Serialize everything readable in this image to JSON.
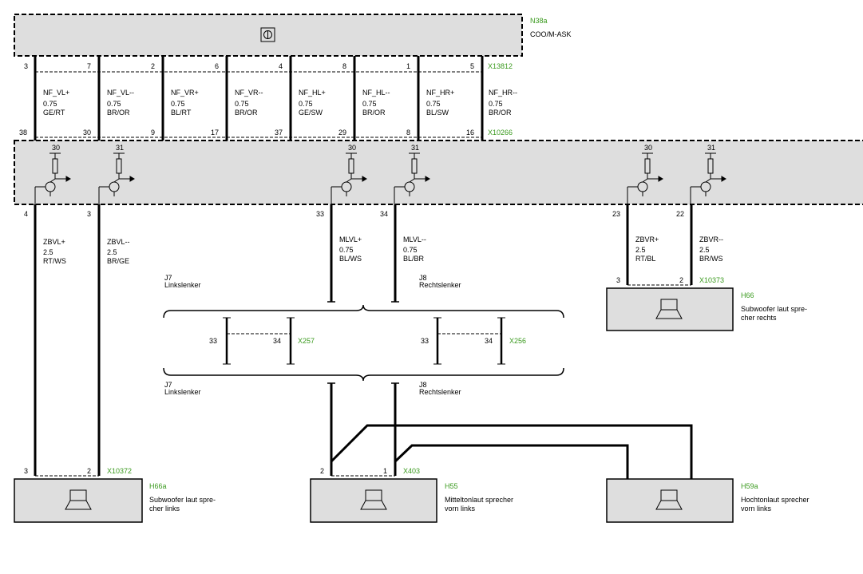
{
  "modules": {
    "amp": {
      "id": "N38a",
      "name": "COO/M-ASK"
    },
    "sub_right": {
      "id": "H66",
      "line1": "Subwoofer laut spre-",
      "line2": "cher rechts"
    },
    "sub_left": {
      "id": "H66a",
      "line1": "Subwoofer laut spre-",
      "line2": "cher links"
    },
    "mid": {
      "id": "H55",
      "line1": "Mitteltonlaut sprecher",
      "line2": "vorn links"
    },
    "tweeter": {
      "id": "H59a",
      "line1": "Hochtonlaut sprecher",
      "line2": "vorn links"
    }
  },
  "connectors": {
    "top": "X13812",
    "mid": "X10266",
    "sub_right": "X10373",
    "sub_left": "X10372",
    "mid_spk": "X403",
    "j7": "X257",
    "j8": "X256"
  },
  "top_wires": [
    {
      "pin_top": "3",
      "pin_top2": "7",
      "sig": "NF_VL+",
      "size": "0.75",
      "color": "GE/RT",
      "pin_bot": "38",
      "pin_bot2": "30"
    },
    {
      "pin_top2": "2",
      "sig": "NF_VL--",
      "size": "0.75",
      "color": "BR/OR",
      "pin_bot2": "9"
    },
    {
      "pin_top2": "6",
      "sig": "NF_VR+",
      "size": "0.75",
      "color": "BL/RT",
      "pin_bot2": "17"
    },
    {
      "pin_top2": "4",
      "sig": "NF_VR--",
      "size": "0.75",
      "color": "BR/OR",
      "pin_bot2": "37"
    },
    {
      "pin_top2": "8",
      "sig": "NF_HL+",
      "size": "0.75",
      "color": "GE/SW",
      "pin_bot2": "29"
    },
    {
      "pin_top2": "1",
      "sig": "NF_HL--",
      "size": "0.75",
      "color": "BR/OR",
      "pin_bot2": "8"
    },
    {
      "pin_top2": "5",
      "sig": "NF_HR+",
      "size": "0.75",
      "color": "BL/SW",
      "pin_bot2": "16"
    },
    {
      "sig": "NF_HR--",
      "size": "0.75",
      "color": "BR/OR"
    }
  ],
  "transistor_labels": [
    "30",
    "31",
    "30",
    "31",
    "30",
    "31"
  ],
  "bottom_wires": {
    "zbvl_plus": {
      "pin": "4",
      "sig": "ZBVL+",
      "size": "2.5",
      "color": "RT/WS"
    },
    "zbvl_minus": {
      "pin": "3",
      "sig": "ZBVL--",
      "size": "2.5",
      "color": "BR/GE"
    },
    "mlvl_plus": {
      "pin": "33",
      "sig": "MLVL+",
      "size": "0.75",
      "color": "BL/WS"
    },
    "mlvl_minus": {
      "pin": "34",
      "sig": "MLVL--",
      "size": "0.75",
      "color": "BL/BR"
    },
    "zbvr_plus": {
      "pin": "23",
      "sig": "ZBVR+",
      "size": "2.5",
      "color": "RT/BL"
    },
    "zbvr_minus": {
      "pin": "22",
      "sig": "ZBVR--",
      "size": "2.5",
      "color": "BR/WS"
    }
  },
  "splices": {
    "j7_label": "J7",
    "j7_text": "Linkslenker",
    "j8_label": "J8",
    "j8_text": "Rechtslenker",
    "pins": {
      "a": "33",
      "b": "34",
      "c": "33",
      "d": "34"
    }
  },
  "speaker_pins": {
    "sub_right_a": "3",
    "sub_right_b": "2",
    "sub_left_a": "3",
    "sub_left_b": "2",
    "mid_a": "2",
    "mid_b": "1"
  },
  "colors": {
    "label_green": "#3a9a1e",
    "module_fill": "#dedede"
  }
}
